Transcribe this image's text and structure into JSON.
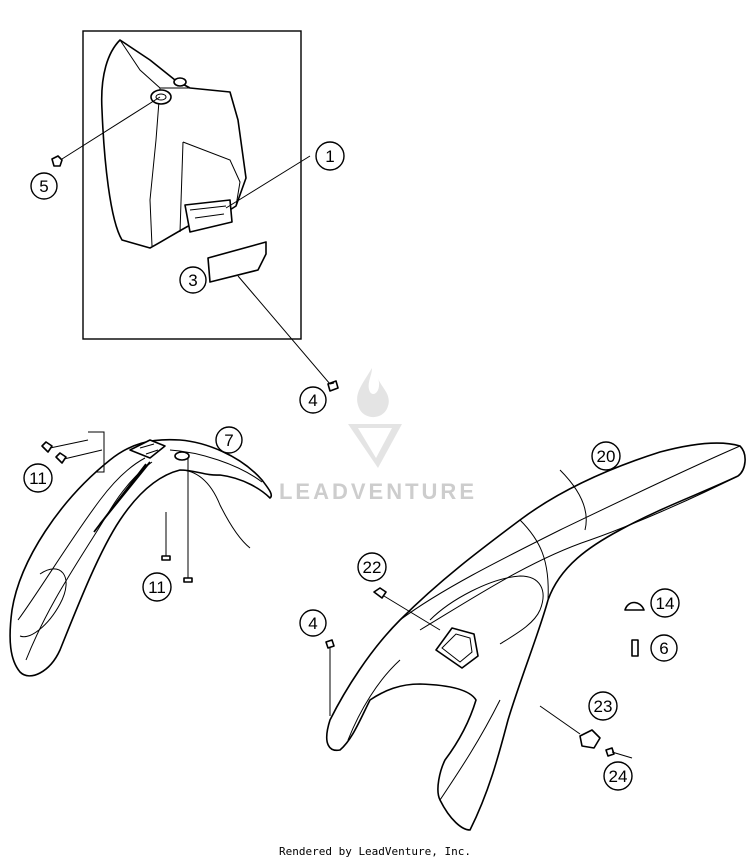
{
  "callouts": [
    "1",
    "5",
    "3",
    "4",
    "7",
    "11",
    "11",
    "20",
    "22",
    "4",
    "14",
    "6",
    "23",
    "24"
  ],
  "watermark": "LEADVENTURE",
  "footer": "Rendered by LeadVenture, Inc.",
  "colors": {
    "line": "#000000",
    "watermark": "#c8c8c8",
    "background": "#ffffff"
  }
}
